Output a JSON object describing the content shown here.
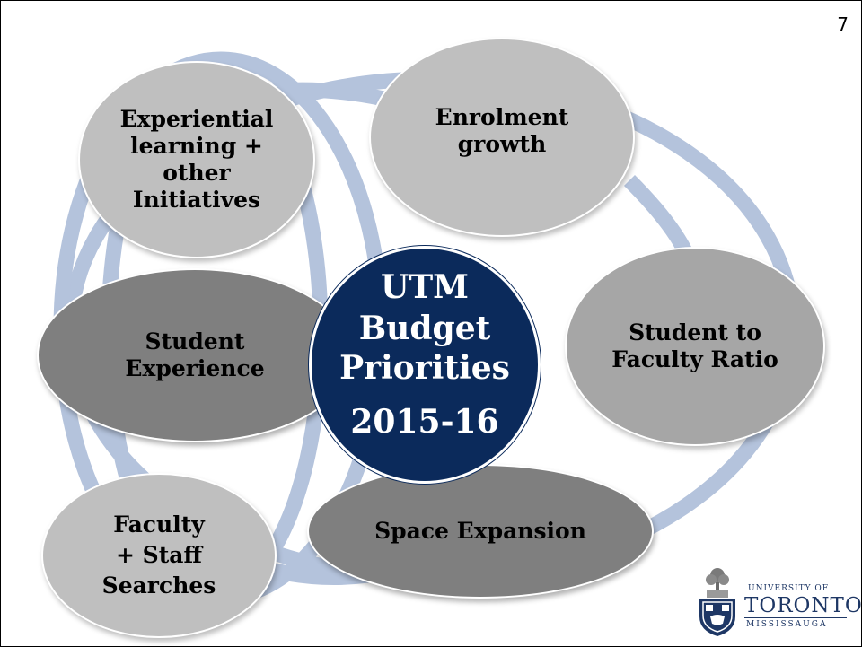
{
  "slide": {
    "page_number": "7"
  },
  "center": {
    "line1": "UTM",
    "line2": "Budget",
    "line3": "Priorities",
    "line4": "2015-16"
  },
  "nodes": {
    "experiential": {
      "lines": [
        "Experiential",
        "learning +",
        "other",
        "Initiatives"
      ]
    },
    "enrolment": {
      "lines": [
        "Enrolment",
        "growth"
      ]
    },
    "student_faculty": {
      "lines": [
        "Student to",
        "Faculty Ratio"
      ]
    },
    "student_experience": {
      "lines": [
        "Student",
        "Experience"
      ]
    },
    "faculty_searches": {
      "lines": [
        "Faculty",
        "+ Staff",
        "Searches"
      ]
    },
    "space": {
      "label": "Space Expansion"
    }
  },
  "logo": {
    "line1": "UNIVERSITY OF",
    "line2": "TORONTO",
    "line3": "MISSISSAUGA"
  },
  "colors": {
    "center_fill": "#0b2a5b",
    "ring_color": "#b4c3dc",
    "light_bubble": "#bfbfbf",
    "mid_bubble": "#a6a6a6",
    "dark_bubble": "#7f7f7f"
  }
}
